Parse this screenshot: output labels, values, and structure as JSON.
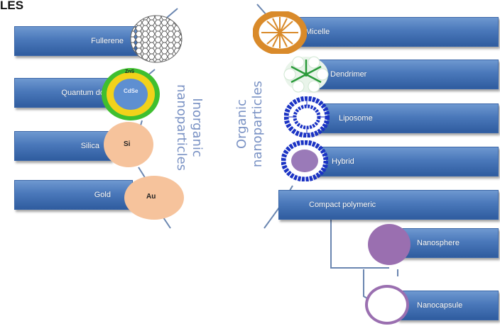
{
  "title": "LES",
  "inorganic": {
    "label_line1": "Inorganic",
    "label_line2": "nanoparticles",
    "items": [
      {
        "label": "Fullerene"
      },
      {
        "label": "Quantum dot",
        "circle_text_outer": "ZnS",
        "circle_text_inner": "CdSe"
      },
      {
        "label": "Silica",
        "circle_text": "Si"
      },
      {
        "label": "Gold",
        "circle_text": "Au"
      }
    ]
  },
  "organic": {
    "label_line1": "Organic",
    "label_line2": "nanoparticles",
    "items": [
      {
        "label": "Micelle"
      },
      {
        "label": "Dendrimer"
      },
      {
        "label": "Liposome"
      },
      {
        "label": "Hybrid"
      },
      {
        "label": "Compact polymeric"
      }
    ],
    "sub_items": [
      {
        "label": "Nanosphere"
      },
      {
        "label": "Nanocapsule"
      }
    ]
  },
  "colors": {
    "box_blue": "#4a78ba",
    "label_blue": "#7a92c4",
    "micelle_orange": "#d98a2a",
    "liposome_blue": "#1b33c4",
    "dendrimer_green": "#2a9a3a",
    "silica_peach": "#f6c39c",
    "qd_green": "#3fbf2f",
    "qd_yellow": "#f2d21a",
    "qd_blue": "#5e8fd1",
    "sphere_purple": "#9a6fb0"
  }
}
